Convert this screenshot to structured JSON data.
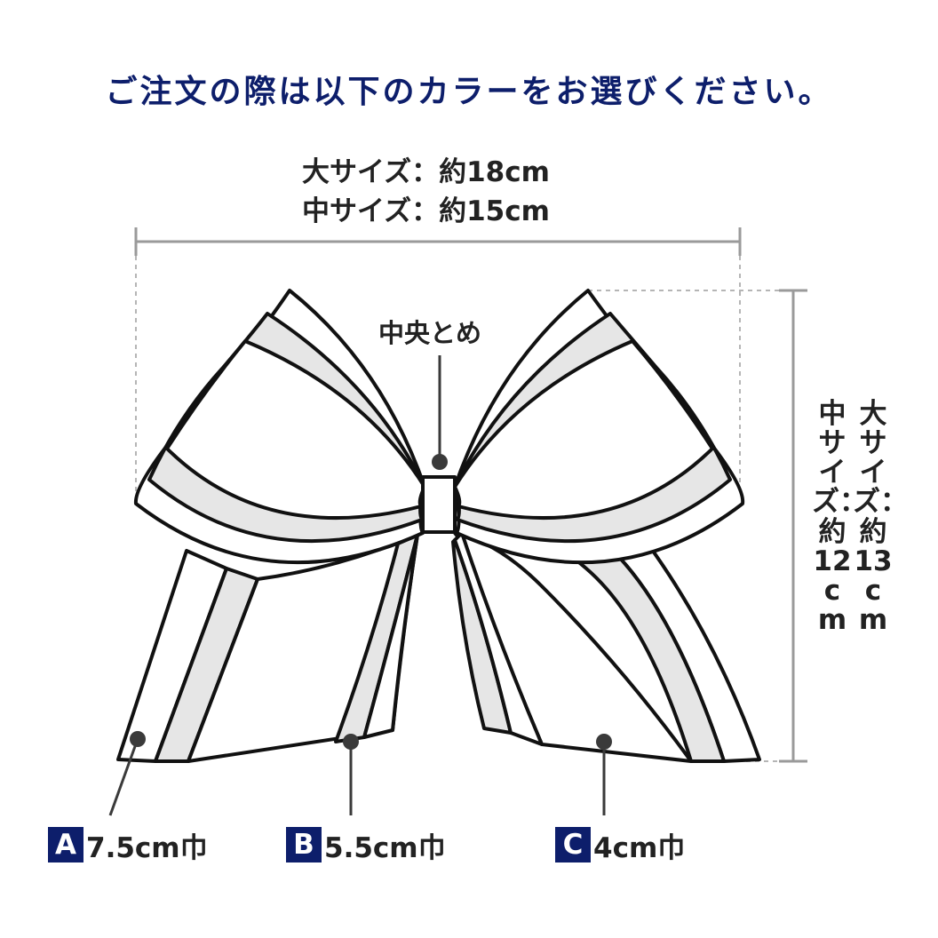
{
  "heading": "ご注文の際は以下のカラーをお選びください。",
  "width_dimension": {
    "large": "大サイズ：約18cm",
    "medium": "中サイズ：約15cm"
  },
  "height_dimension": {
    "large": "大サイズ：約13cm",
    "medium": "中サイズ：約12cm"
  },
  "center_label": "中央とめ",
  "legend": [
    {
      "letter": "A",
      "text": "7.5cm巾"
    },
    {
      "letter": "B",
      "text": "5.5cm巾"
    },
    {
      "letter": "C",
      "text": "4cm巾"
    }
  ],
  "colors": {
    "heading": "#0d1e6b",
    "badge": "#0d1e6b",
    "stroke": "#111111",
    "middle_ribbon": "#e6e6e6",
    "dimension_line": "#9a9a9a"
  }
}
